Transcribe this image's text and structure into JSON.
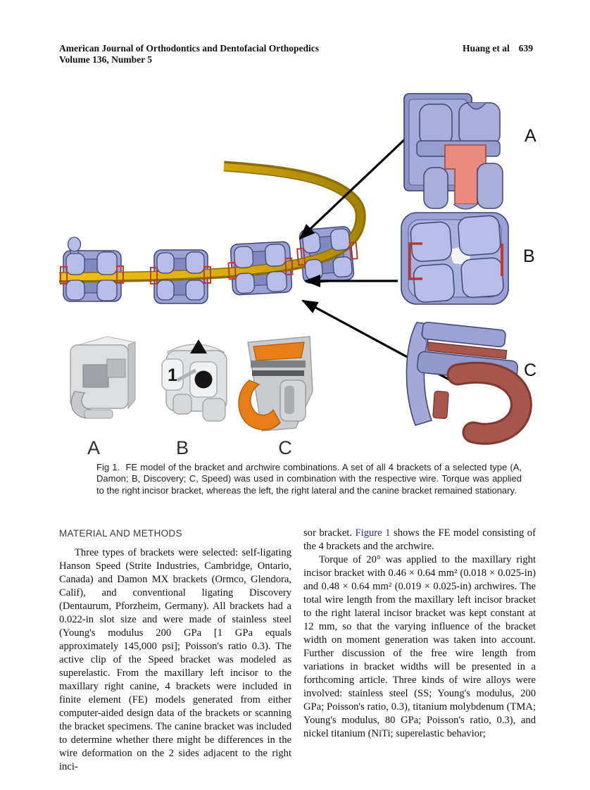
{
  "header": {
    "journal_line1": "American Journal of Orthodontics and Dentofacial Orthopedics",
    "journal_line2": "Volume 136, Number 5",
    "authors": "Huang et al",
    "page_number": "639"
  },
  "figure": {
    "fe_labels": [
      "A",
      "B",
      "C"
    ],
    "photo_labels": [
      "A",
      "B",
      "C"
    ],
    "photo_b_mark": "1",
    "caption_label": "Fig 1.",
    "caption_text": "FE model of the bracket and archwire combinations. A set of all 4 brackets of a selected type (A, Damon; B, Discovery; C, Speed) was used in combination with the respective wire. Torque was applied to the right incisor bracket, whereas the left, the right lateral and the canine bracket remained stationary.",
    "colors": {
      "archwire_gold": "#e3b312",
      "archwire_dark": "#8a6d08",
      "bracket_lavender": "#a9aedb",
      "bracket_outline": "#3f4573",
      "clip_salmon": "#e98a7c",
      "clip_brick_red": "#a8564c",
      "ligature_red": "#c0392b",
      "photo_clip_orange": "#e87e18",
      "figure_link_blue": "#2a2a9c"
    }
  },
  "main": {
    "section_heading": "MATERIAL AND METHODS",
    "left_column": {
      "para1": "Three types of brackets were selected: self-ligating Hanson Speed (Strite Industries, Cambridge, Ontario, Canada) and Damon MX brackets (Ormco, Glendora, Calif), and conventional ligating Discovery (Dentaurum, Pforzheim, Germany). All brackets had a 0.022-in slot size and were made of stainless steel (Young's modulus 200 GPa [1 GPa equals approximately 145,000 psi]; Poisson's ratio 0.3). The active clip of the Speed bracket was modeled as superelastic. From the maxillary left incisor to the maxillary right canine, 4 brackets were included in finite element (FE) models generated from either computer-aided design data of the brackets or scanning the bracket specimens. The canine bracket was included to determine whether there might be differences in the wire deformation on the 2 sides adjacent to the right inci-"
    },
    "right_column": {
      "para1_before": "sor bracket. ",
      "para1_link": "Figure 1",
      "para1_after": " shows the FE model consisting of the 4 brackets and the archwire.",
      "para2": "Torque of 20° was applied to the maxillary right incisor bracket with 0.46 × 0.64 mm² (0.018 × 0.025-in) and 0.48 × 0.64 mm² (0.019 × 0.025-in) archwires. The total wire length from the maxillary left incisor bracket to the right lateral incisor bracket was kept constant at 12 mm, so that the varying influence of the bracket width on moment generation was taken into account. Further discussion of the free wire length from variations in bracket widths will be presented in a forthcoming article. Three kinds of wire alloys were involved: stainless steel (SS; Young's modulus, 200 GPa; Poisson's ratio, 0.3), titanium molybdenum (TMA; Young's modulus, 80 GPa; Poisson's ratio, 0.3), and nickel titanium (NiTi; superelastic behavior;"
    }
  }
}
